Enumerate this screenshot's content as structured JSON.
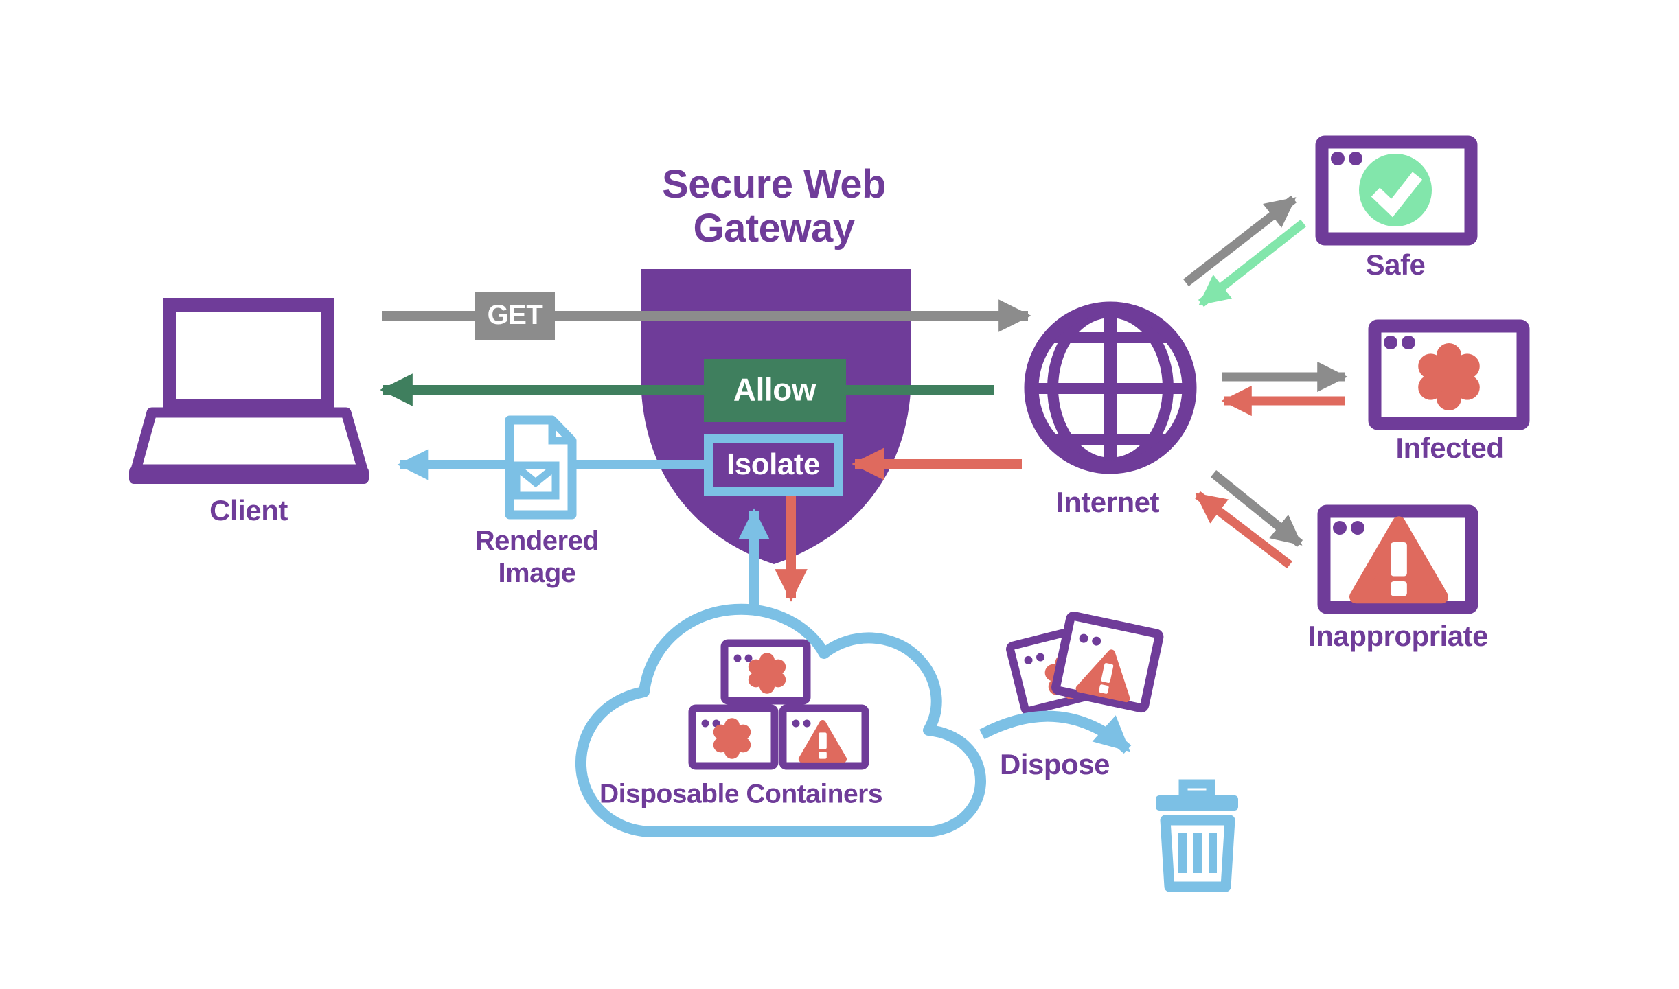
{
  "title": "Secure Web Gateway",
  "colors": {
    "purple": "#6F3C99",
    "gray": "#8C8C8C",
    "green": "#3F7F5E",
    "light_green": "#82E6AB",
    "red": "#DF6A5E",
    "blue": "#7CC0E5"
  },
  "flow_labels": {
    "request": "GET",
    "allow": "Allow",
    "isolate": "Isolate"
  },
  "nodes": {
    "client": "Client",
    "internet": "Internet",
    "rendered_image": "Rendered Image",
    "disposable_containers": "Disposable Containers",
    "dispose": "Dispose"
  },
  "site_categories": {
    "safe": "Safe",
    "infected": "Infected",
    "inappropriate": "Inappropriate"
  }
}
